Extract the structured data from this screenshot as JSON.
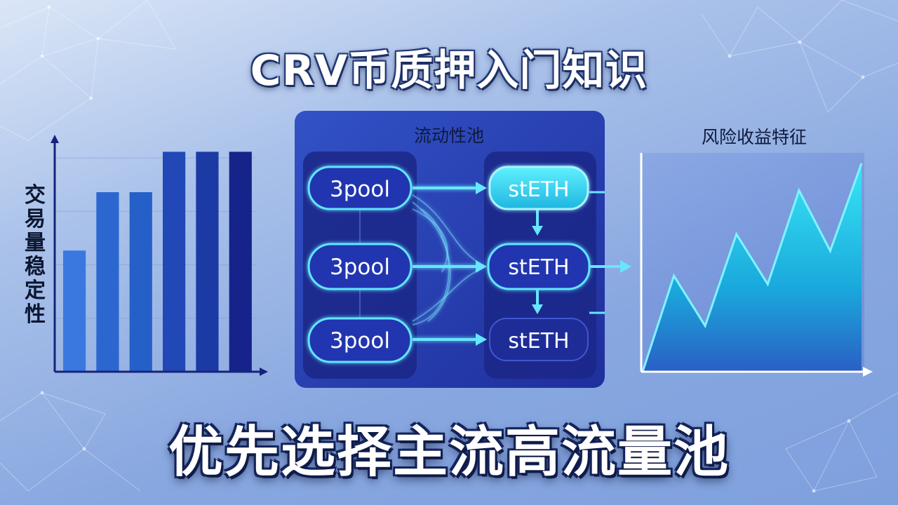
{
  "title": "CRV币质押入门知识",
  "subtitle": "优先选择主流高流量池",
  "colors": {
    "background": "#95b1e4",
    "bar_light": "#2c67d0",
    "bar_dark": "#16238a",
    "panel": "#2a3fb5",
    "node_border": "#62e4ff",
    "node_highlight": "#2fd4ee",
    "area_fill": "#29c6e8"
  },
  "volume_chart": {
    "ylabel_chars": [
      "交",
      "易",
      "量",
      "稳",
      "定",
      "性"
    ]
  },
  "chart_data": [
    {
      "type": "bar",
      "ylabel": "交易量稳定性",
      "xlabel": "",
      "title": "",
      "categories": [
        "",
        "",
        "",
        "",
        "",
        ""
      ],
      "values": [
        5.4,
        8.0,
        8.0,
        9.8,
        9.8,
        9.8
      ],
      "ylim": [
        0,
        10
      ],
      "grid": true,
      "legend": "none"
    },
    {
      "type": "area",
      "title": "风险收益特征",
      "xlabel": "",
      "ylabel": "",
      "x": [
        0,
        1,
        2,
        3,
        4,
        5,
        6
      ],
      "values": [
        0,
        4.6,
        2.2,
        6.6,
        4.2,
        8.7,
        5.8,
        10.0
      ],
      "ylim": [
        0,
        10.5
      ],
      "grid": false,
      "legend": "none"
    }
  ],
  "pool_diagram": {
    "title": "流动性池",
    "left_nodes": [
      "3pool",
      "3pool",
      "3pool"
    ],
    "right_nodes": [
      "stETH",
      "stETH",
      "stETH"
    ]
  },
  "risk_chart": {
    "title": "风险收益特征"
  }
}
